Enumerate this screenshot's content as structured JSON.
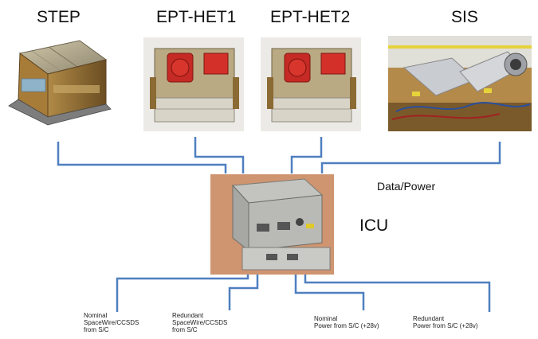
{
  "instruments": [
    {
      "name": "STEP"
    },
    {
      "name": "EPT-HET1"
    },
    {
      "name": "EPT-HET2"
    },
    {
      "name": "SIS"
    }
  ],
  "hub": {
    "name": "ICU"
  },
  "connection_label": "Data/Power",
  "interfaces": [
    {
      "line1": "Nominal",
      "line2": "SpaceWire/CCSDS",
      "line3": "from S/C"
    },
    {
      "line1": "Redundant",
      "line2": "SpaceWire/CCSDS",
      "line3": "from S/C"
    },
    {
      "line1": "Nominal",
      "line2": "Power from S/C (+28v)"
    },
    {
      "line1": "Redundant",
      "line2": "Power from S/C (+28v)"
    }
  ],
  "colors": {
    "connector": "#4f7fc0"
  }
}
